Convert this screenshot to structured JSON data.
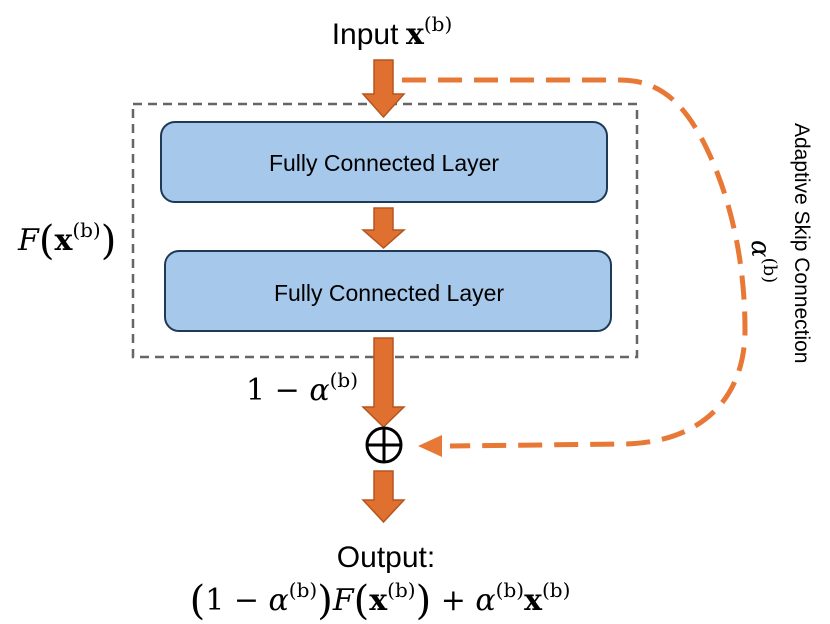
{
  "input_label": {
    "word": "Input",
    "var": "x",
    "sup": "(b)"
  },
  "layers": [
    {
      "label": "Fully Connected Layer"
    },
    {
      "label": "Fully Connected Layer"
    }
  ],
  "block_label": {
    "func": "F",
    "var": "x",
    "sup": "(b)"
  },
  "branch_weight": {
    "one": "1",
    "minus": "−",
    "alpha": "α",
    "sup": "(b)"
  },
  "skip": {
    "label": "Adaptive Skip Connection",
    "alpha": "α",
    "sup": "(b)"
  },
  "sum_symbol": "⊕",
  "output": {
    "title": "Output:",
    "formula": {
      "one": "1",
      "minus": "−",
      "alpha": "α",
      "sup": "(b)",
      "func": "F",
      "var": "x",
      "plus": "+"
    }
  },
  "colors": {
    "arrow": "#E07030",
    "arrow_stroke": "#B5561F",
    "layer_fill": "#A6C8EA",
    "layer_stroke": "#1E3A56",
    "dashed_box": "#666666",
    "skip_line": "#E87836"
  }
}
